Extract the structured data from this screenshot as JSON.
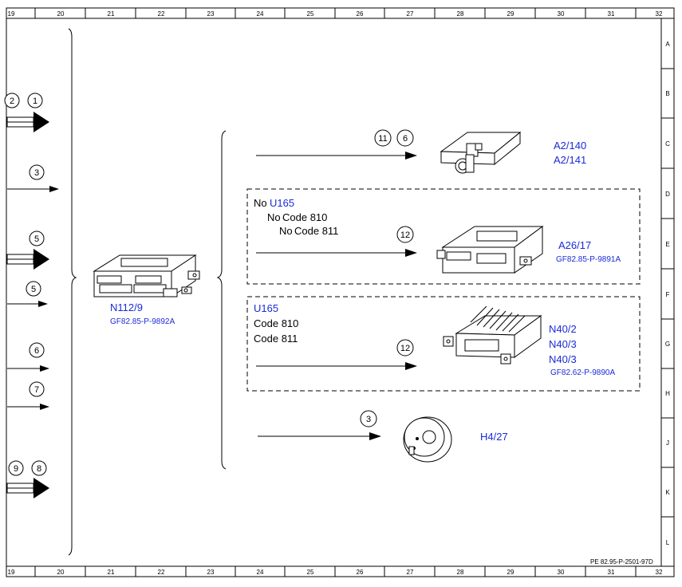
{
  "frame": {
    "col_labels": [
      "19",
      "20",
      "21",
      "22",
      "23",
      "24",
      "25",
      "26",
      "27",
      "28",
      "29",
      "30",
      "31",
      "32"
    ],
    "row_labels": [
      "A",
      "B",
      "C",
      "D",
      "E",
      "F",
      "G",
      "H",
      "J",
      "K",
      "L"
    ],
    "doc_ref": "PE 82.95-P-2501-97D"
  },
  "left_inputs": [
    {
      "numbers": [
        "2",
        "1"
      ],
      "arrow": "bold"
    },
    {
      "numbers": [
        "3"
      ],
      "arrow": "thin"
    },
    {
      "numbers": [
        "5"
      ],
      "arrow": "bold"
    },
    {
      "numbers": [
        "5"
      ],
      "arrow": "thin"
    },
    {
      "numbers": [
        "6"
      ],
      "arrow": "thin"
    },
    {
      "numbers": [
        "7"
      ],
      "arrow": "thin"
    },
    {
      "numbers": [
        "9",
        "8"
      ],
      "arrow": "bold"
    }
  ],
  "center_module": {
    "code": "N112/9",
    "ref": "GF82.85-P-9892A"
  },
  "outputs": {
    "antenna": {
      "numbers": [
        "11",
        "6"
      ],
      "codes": [
        "A2/140",
        "A2/141"
      ]
    },
    "box1": {
      "conditions": [
        "No",
        "U165",
        "No",
        "Code 810",
        "No",
        "Code 811"
      ],
      "number": "12",
      "code": "A26/17",
      "ref": "GF82.85-P-9891A"
    },
    "box2": {
      "conditions": [
        "U165",
        "Code 810",
        "Code 811"
      ],
      "number": "12",
      "codes": [
        "N40/2",
        "N40/3",
        "N40/3"
      ],
      "ref": "GF82.62-P-9890A"
    },
    "speaker": {
      "number": "3",
      "code": "H4/27"
    }
  }
}
